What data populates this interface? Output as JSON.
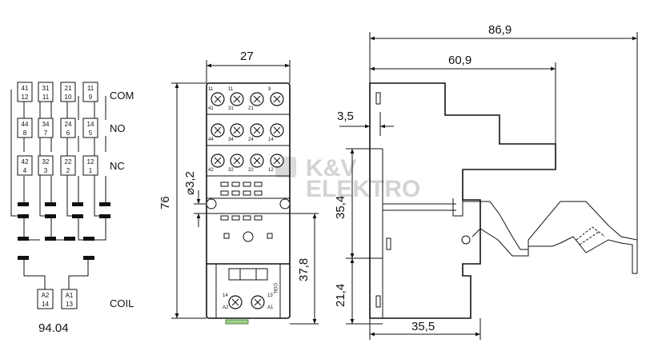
{
  "schematic": {
    "model": "94.04",
    "labels": {
      "com": "COM",
      "no": "NO",
      "nc": "NC",
      "coil": "COIL"
    },
    "com_terminals": [
      [
        "41",
        "12"
      ],
      [
        "31",
        "11"
      ],
      [
        "21",
        "10"
      ],
      [
        "11",
        "9"
      ]
    ],
    "no_terminals": [
      [
        "44",
        "8"
      ],
      [
        "34",
        "7"
      ],
      [
        "24",
        "6"
      ],
      [
        "14",
        "5"
      ]
    ],
    "nc_terminals": [
      [
        "42",
        "4"
      ],
      [
        "32",
        "3"
      ],
      [
        "22",
        "2"
      ],
      [
        "12",
        "1"
      ]
    ],
    "coil_terminals": [
      [
        "A2",
        "14"
      ],
      [
        "A1",
        "13"
      ]
    ]
  },
  "front_view": {
    "width_dim": "27",
    "height_dim": "76",
    "hole_dim": "⌀3,2",
    "lower_dim": "37,8",
    "row1_labels": [
      "41",
      "11",
      "31",
      "21",
      "9",
      "11"
    ],
    "row2_labels": [
      "44",
      "34",
      "24",
      "14"
    ],
    "row3_labels": [
      "42",
      "32",
      "22",
      "12"
    ],
    "coil_label": "COIL",
    "coil_pins": [
      "14",
      "A2",
      "13",
      "A1"
    ]
  },
  "side_view": {
    "total_width": "86,9",
    "mid_width": "60,9",
    "small_dim": "3,5",
    "height_upper": "35,4",
    "height_lower": "21,4",
    "base_width": "35,5"
  },
  "watermark": {
    "line1": "K&V",
    "line2": "ELEKTRO"
  }
}
